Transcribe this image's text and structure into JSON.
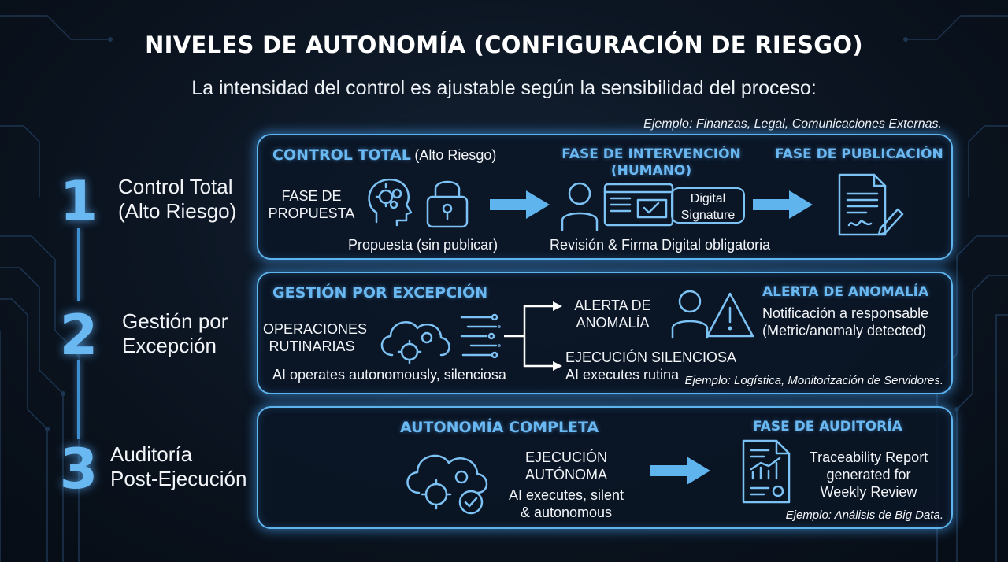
{
  "title": "NIVELES DE AUTONOMÍA (CONFIGURACIÓN DE RIESGO)",
  "subtitle": "La intensidad del control es ajustable según la sensibilidad del proceso:",
  "colors": {
    "accent": "#6ab8f2",
    "background": "#0b1420",
    "panel_border": "#5fb4ee"
  },
  "levels": [
    {
      "number": "1",
      "name_line1": "Control Total",
      "name_line2": "(Alto Riesgo)",
      "example": "Ejemplo: Finanzas, Legal, Comunicaciones Externas.",
      "heading": "CONTROL TOTAL",
      "heading_suffix": "(Alto Riesgo)",
      "proposal_line1": "FASE DE",
      "proposal_line2": "PROPUESTA",
      "proposal_caption": "Propuesta (sin publicar)",
      "intervention_line1": "FASE DE INTERVENCIÓN",
      "intervention_line2": "(HUMANO)",
      "signature_line1": "Digital",
      "signature_line2": "Signature",
      "intervention_caption": "Revisión & Firma Digital obligatoria",
      "publication_heading": "FASE DE PUBLICACIÓN",
      "icons": [
        "brain-head-icon",
        "padlock-icon",
        "arrow-right-icon",
        "user-icon",
        "review-window-icon",
        "arrow-right-icon",
        "signed-document-icon"
      ]
    },
    {
      "number": "2",
      "name_line1": "Gestión por",
      "name_line2": "Excepción",
      "heading": "GESTIÓN POR EXCEPCIÓN",
      "routine_line1": "OPERACIONES",
      "routine_line2": "RUTINARIAS",
      "routine_caption": "AI operates autonomously, silenciosa",
      "alert_line1": "ALERTA DE",
      "alert_line2": "ANOMALÍA",
      "silent_heading": "EJECUCIÓN SILENCIOSA",
      "silent_caption": "AI executes rutina",
      "anomaly_heading": "ALERTA DE ANOMALÍA",
      "anomaly_line1": "Notificación a responsable",
      "anomaly_line2": "(Metric/anomaly detected)",
      "example": "Ejemplo: Logística, Monitorización de Servidores.",
      "icons": [
        "cloud-gears-icon",
        "data-stream-icon",
        "branch-arrows-icon",
        "user-icon",
        "warning-icon"
      ]
    },
    {
      "number": "3",
      "name_line1": "Auditoría",
      "name_line2": "Post-Ejecución",
      "heading": "AUTONOMÍA COMPLETA",
      "exec_line1": "EJECUCIÓN",
      "exec_line2": "AUTÓNOMA",
      "exec_caption1": "AI executes, silent",
      "exec_caption2": "& autonomous",
      "audit_heading": "FASE DE AUDITORÍA",
      "report_line1": "Traceability Report",
      "report_line2": "generated for",
      "report_line3": "Weekly Review",
      "example": "Ejemplo: Análisis de Big Data.",
      "icons": [
        "cloud-gears-check-icon",
        "arrow-right-icon",
        "report-chart-icon"
      ]
    }
  ]
}
